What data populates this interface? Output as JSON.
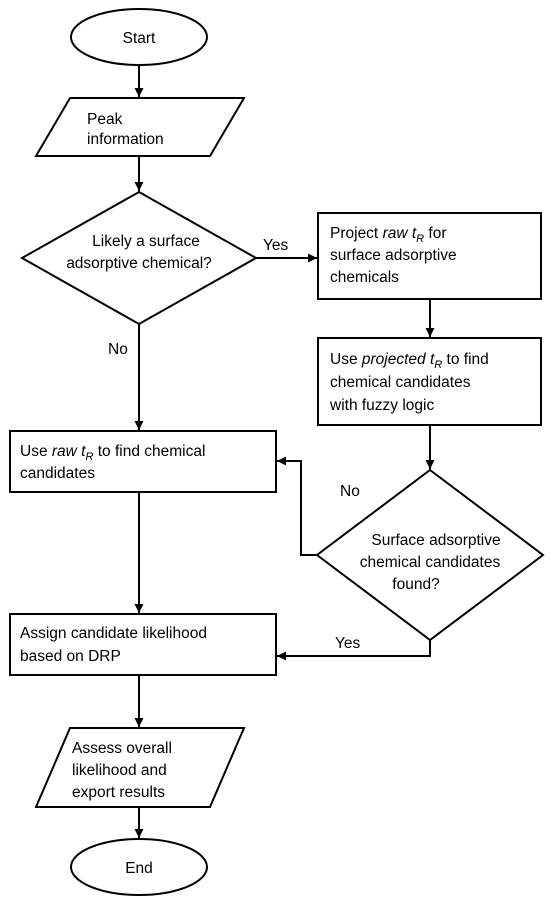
{
  "nodes": {
    "start": {
      "label": "Start"
    },
    "peak": {
      "lines": [
        "Peak",
        "information"
      ]
    },
    "decision_surface": {
      "lines": [
        "Likely a surface",
        "adsorptive chemical?"
      ]
    },
    "project": {
      "line1_a": "Project ",
      "line1_raw": "raw",
      "line1_t": " t",
      "line1_sub": "R",
      "line1_b": " for",
      "line2": "surface adsorptive",
      "line3": "chemicals"
    },
    "use_projected": {
      "line1_a": "Use ",
      "line1_proj": "projected",
      "line1_t": " t",
      "line1_sub": "R",
      "line1_b": " to find",
      "line2": "chemical candidates",
      "line3": "with fuzzy logic"
    },
    "use_raw": {
      "line1_a": "Use ",
      "line1_raw": "raw",
      "line1_t": " t",
      "line1_sub": "R",
      "line1_b": " to find chemical",
      "line2": "candidates"
    },
    "decision_found": {
      "lines": [
        "Surface adsorptive",
        "chemical candidates",
        "found?"
      ]
    },
    "assign": {
      "lines": [
        "Assign candidate likelihood",
        "based on DRP"
      ]
    },
    "assess": {
      "lines": [
        "Assess overall",
        "likelihood and",
        "export results"
      ]
    },
    "end": {
      "label": "End"
    }
  },
  "edge_labels": {
    "yes_top": "Yes",
    "no_left": "No",
    "no_right": "No",
    "yes_bottom": "Yes"
  }
}
